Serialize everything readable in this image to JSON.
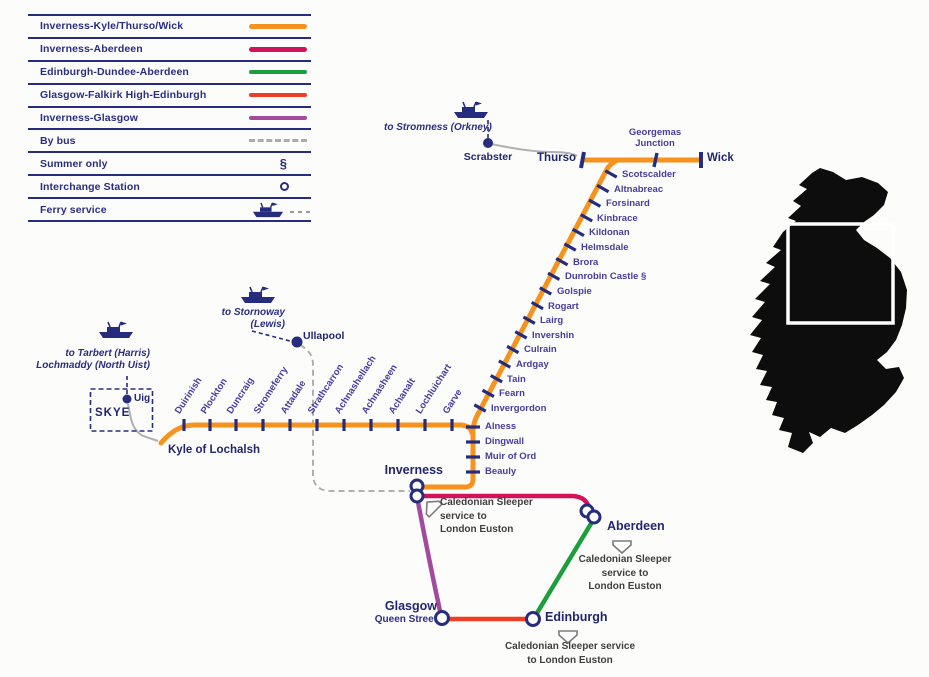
{
  "colors": {
    "inverness_kyle_thurso_wick": "#F6921E",
    "inverness_aberdeen": "#D2125A",
    "edinburgh_dundee_aberdeen": "#1C9E3C",
    "glasgow_falkirk_edinburgh": "#EF3E23",
    "inverness_glasgow": "#A24A9E",
    "bus_gray": "#ABABAB",
    "navy": "#272D7E",
    "station_label": "#473DA0",
    "note_gray": "#3F3F3F"
  },
  "legend": {
    "rows": [
      {
        "label": "Inverness-Kyle/Thurso/Wick",
        "symbol": "line",
        "color": "#F6921E"
      },
      {
        "label": "Inverness-Aberdeen",
        "symbol": "line",
        "color": "#D2125A"
      },
      {
        "label": "Edinburgh-Dundee-Aberdeen",
        "symbol": "line",
        "color": "#1C9E3C"
      },
      {
        "label": "Glasgow-Falkirk High-Edinburgh",
        "symbol": "line",
        "color": "#EF3E23"
      },
      {
        "label": "Inverness-Glasgow",
        "symbol": "line",
        "color": "#A24A9E"
      },
      {
        "label": "By bus",
        "symbol": "dashed"
      },
      {
        "label": "Summer only",
        "symbol": "section",
        "glyph": "§"
      },
      {
        "label": "Interchange Station",
        "symbol": "circle"
      },
      {
        "label": "Ferry service",
        "symbol": "ferry"
      }
    ]
  },
  "map": {
    "termini": {
      "thurso": "Thurso",
      "wick": "Wick",
      "kyle_of_lochalsh": "Kyle of Lochalsh"
    },
    "georgemas": [
      "Georgemas",
      "Junction"
    ],
    "ports": {
      "scrabster": "Scrabster",
      "ullapool": "Ullapool",
      "uig": "Uig"
    },
    "islands": {
      "skye": "SKYE"
    },
    "ferries": {
      "stromness": [
        "to Stromness (Orkney)"
      ],
      "stornoway": [
        "to Stornoway",
        "(Lewis)"
      ],
      "tarbert": [
        "to Tarbert (Harris)",
        "Lochmaddy (North Uist)"
      ]
    },
    "kyle_line_stations": [
      "Duirinish",
      "Plockton",
      "Duncraig",
      "Stromeferry",
      "Attadale",
      "Strathcarron",
      "Achnashellach",
      "Achnasheen",
      "Achanalt",
      "Lochluichart",
      "Garve"
    ],
    "far_north_stations": [
      "Invergordon",
      "Fearn",
      "Tain",
      "Ardgay",
      "Culrain",
      "Invershin",
      "Lairg",
      "Rogart",
      "Golspie",
      "Dunrobin Castle §",
      "Brora",
      "Helmsdale",
      "Kildonan",
      "Kinbrace",
      "Forsinard",
      "Altnabreac",
      "Scotscalder"
    ],
    "inverness_approach_stations": [
      "Alness",
      "Dingwall",
      "Muir of Ord",
      "Beauly"
    ],
    "cities": {
      "inverness": "Inverness",
      "aberdeen": "Aberdeen",
      "edinburgh": "Edinburgh",
      "glasgow": "Glasgow",
      "glasgow_sub": "Queen Street"
    },
    "sleeper_notes": {
      "inverness": [
        "Caledonian Sleeper",
        "service to",
        "London Euston"
      ],
      "aberdeen": [
        "Caledonian Sleeper",
        "service to",
        "London Euston"
      ],
      "edinburgh": [
        "Caledonian Sleeper service",
        "to London Euston"
      ]
    }
  }
}
